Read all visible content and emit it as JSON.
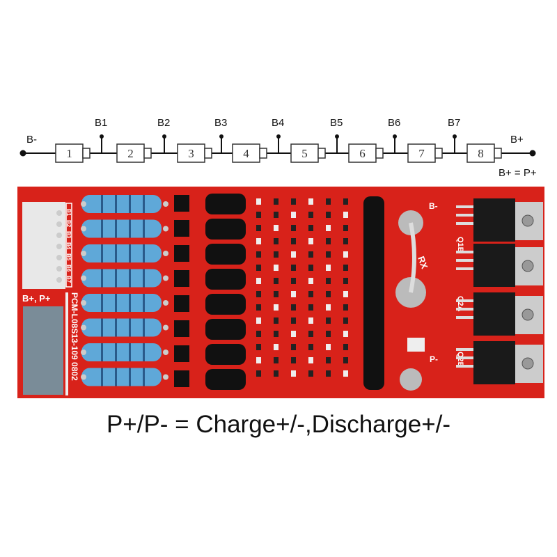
{
  "schematic": {
    "negative_terminal": "B-",
    "positive_terminal": "B+",
    "equivalence": "B+ = P+",
    "cells": [
      "1",
      "2",
      "3",
      "4",
      "5",
      "6",
      "7",
      "8"
    ],
    "taps": [
      "B1",
      "B2",
      "B3",
      "B4",
      "B5",
      "B6",
      "B7"
    ]
  },
  "board": {
    "pad_label": "B+, P+",
    "model_label": "PCM-L08S13-109  0802",
    "connector_pins": [
      "B1",
      "B2",
      "B3",
      "B4",
      "B5",
      "B6",
      "B7"
    ],
    "neg_label": "B-",
    "rx_label": "RX",
    "p_neg_label": "P-",
    "mosfet_labels": [
      "Q1B",
      "Q2A",
      "Q2B"
    ],
    "colors": {
      "pcb": "#d8221a",
      "resistor": "#5fa8d8",
      "chip": "#111111"
    }
  },
  "caption": "P+/P- = Charge+/-,Discharge+/-"
}
